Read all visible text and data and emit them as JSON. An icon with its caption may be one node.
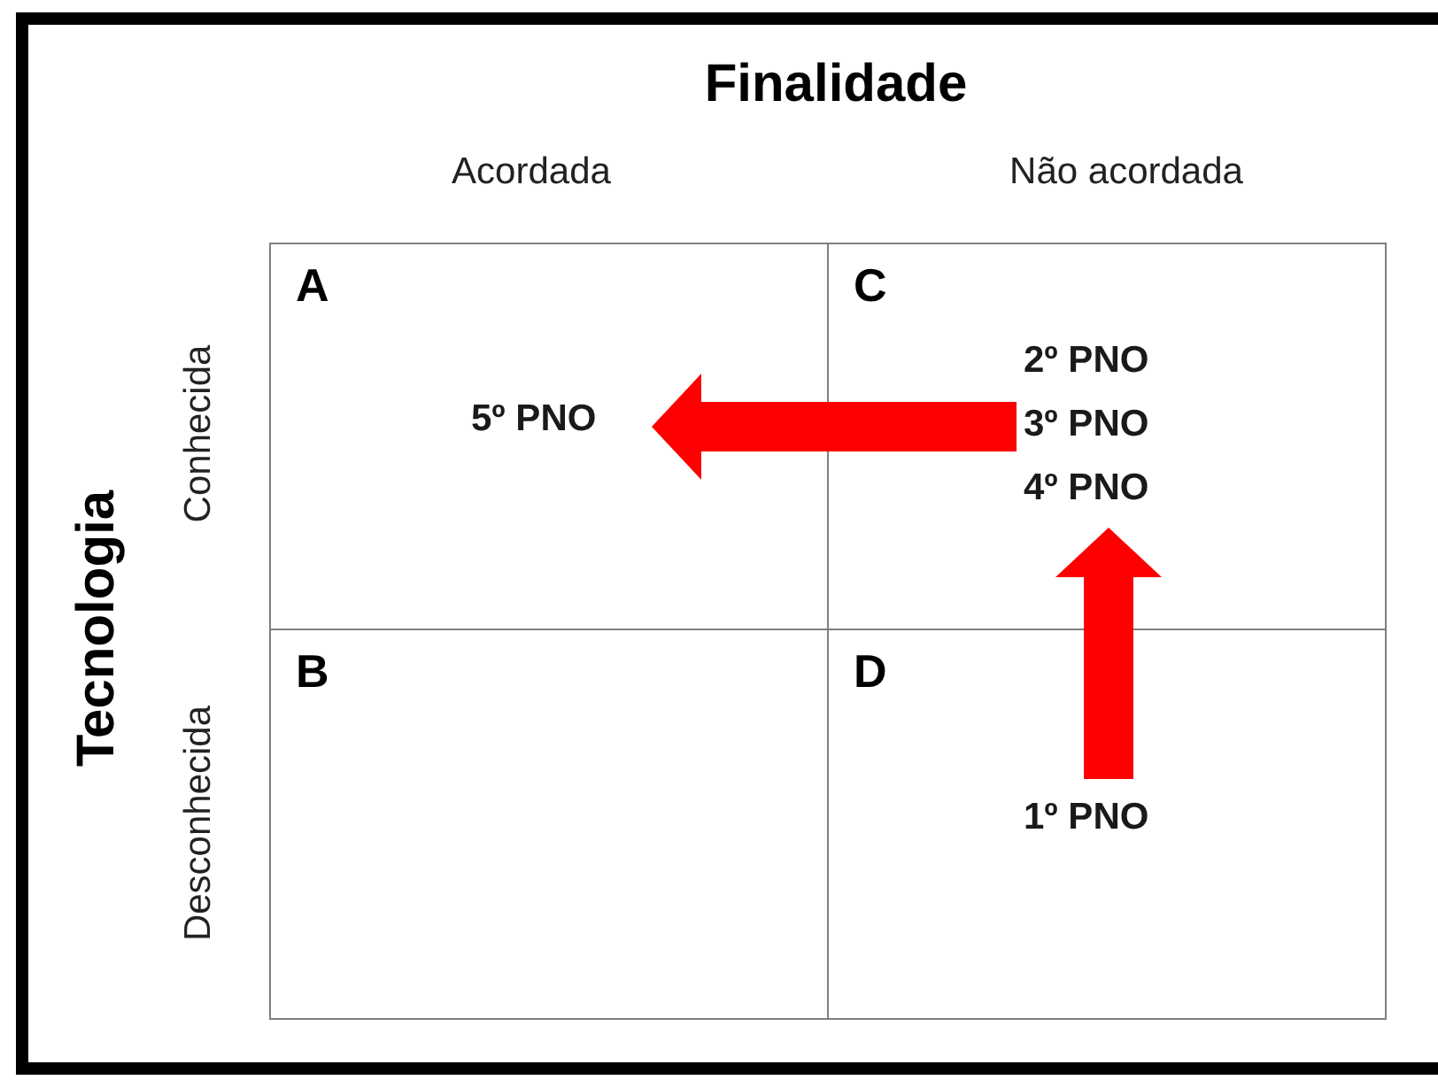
{
  "diagram": {
    "nodes": [
      {
        "text": [
          "A"
        ]
      },
      {
        "text": [
          "5º PNO"
        ],
        "in": 0
      },
      {
        "text": [
          "C"
        ]
      },
      {
        "text": [
          "2º PNO",
          "3º PNO",
          "4º PNO"
        ],
        "in": 2
      },
      {
        "text": [
          "B"
        ]
      },
      {
        "text": [
          "D"
        ]
      },
      {
        "text": [
          "1º PNO"
        ],
        "in": 5
      }
    ],
    "edges": [
      {
        "from": 3,
        "to": 1,
        "arrow": "to"
      },
      {
        "from": 6,
        "to": 3,
        "arrow": "to"
      }
    ],
    "labels": [
      "Finalidade",
      "Acordada",
      "Não acordada",
      "Tecnologia",
      "Conhecida",
      "Desconhecida"
    ]
  }
}
